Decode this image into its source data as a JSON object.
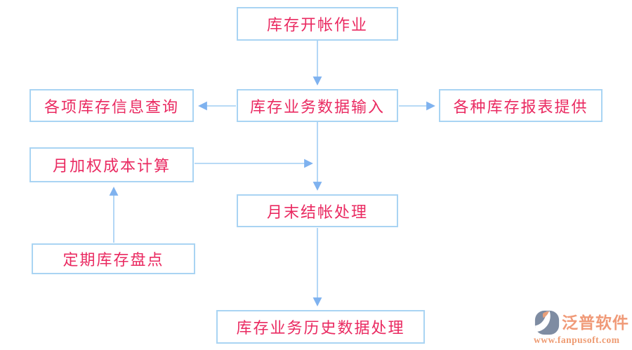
{
  "palette": {
    "box_border": "#a9d4f3",
    "box_text": "#ea2a61",
    "line": "#a0cdf4",
    "arrowhead": "#7fb2ef",
    "logo_slate": "#7e8ca2",
    "logo_salmon": "#f09a78"
  },
  "diagram": {
    "nodes": [
      {
        "id": "opening",
        "label": "库存开帐作业"
      },
      {
        "id": "input",
        "label": "库存业务数据输入"
      },
      {
        "id": "query",
        "label": "各项库存信息查询"
      },
      {
        "id": "reports",
        "label": "各种库存报表提供"
      },
      {
        "id": "cost",
        "label": "月加权成本计算"
      },
      {
        "id": "monthend",
        "label": "月末结帐处理"
      },
      {
        "id": "stocktake",
        "label": "定期库存盘点"
      },
      {
        "id": "history",
        "label": "库存业务历史数据处理"
      }
    ],
    "edges": [
      {
        "from": "opening",
        "to": "input"
      },
      {
        "from": "input",
        "to": "query"
      },
      {
        "from": "input",
        "to": "reports"
      },
      {
        "from": "input",
        "to": "monthend"
      },
      {
        "from": "cost",
        "to": "monthend"
      },
      {
        "from": "stocktake",
        "to": "cost"
      },
      {
        "from": "monthend",
        "to": "history"
      }
    ]
  },
  "logo": {
    "title": "泛普软件",
    "url": "www.fanpusoft.com"
  }
}
